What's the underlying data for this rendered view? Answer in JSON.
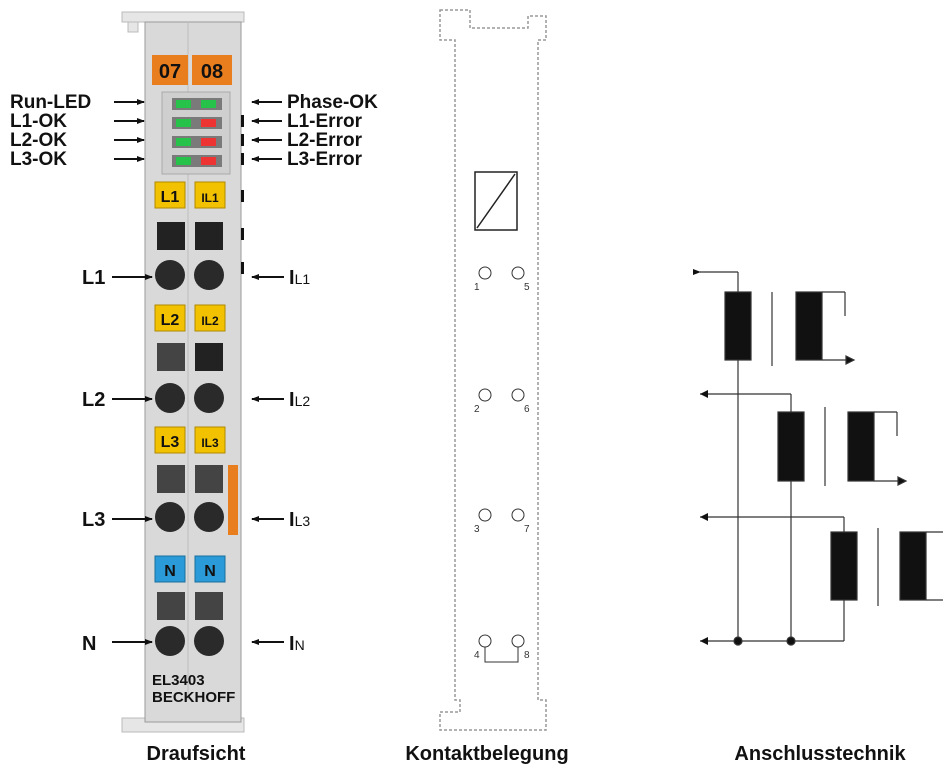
{
  "terminal": {
    "numbers": [
      "07",
      "08"
    ],
    "model": "EL3403",
    "brand": "BECKHOFF",
    "slot_labels": [
      "L1",
      "L2",
      "L3",
      "N"
    ],
    "current_badges": [
      "IL1",
      "IL2",
      "IL3"
    ]
  },
  "leds_left": [
    "Run-LED",
    "L1-OK",
    "L2-OK",
    "L3-OK"
  ],
  "leds_right": [
    "Phase-OK",
    "L1-Error",
    "L2-Error",
    "L3-Error"
  ],
  "conn_left": [
    "L1",
    "L2",
    "L3",
    "N"
  ],
  "conn_right": [
    {
      "main": "I",
      "sub": "L1"
    },
    {
      "main": "I",
      "sub": "L2"
    },
    {
      "main": "I",
      "sub": "L3"
    },
    {
      "main": "I",
      "sub": "N"
    }
  ],
  "contacts": [
    "1",
    "5",
    "2",
    "6",
    "3",
    "7",
    "4",
    "8"
  ],
  "captions": {
    "top_view": "Draufsicht",
    "contacts": "Kontaktbelegung",
    "wiring": "Anschlusstechnik"
  },
  "colors": {
    "housing": "#d9d9d9",
    "orange": "#e87e1e",
    "yellow": "#f2c200",
    "blue": "#2a9bd8",
    "led_green": "#27c24a",
    "led_red": "#ee3333"
  }
}
